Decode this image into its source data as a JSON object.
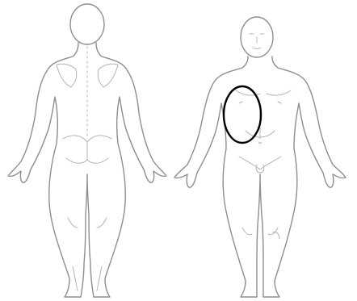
{
  "figure": {
    "views": [
      {
        "id": "posterior",
        "icon": "human-body-back-view"
      },
      {
        "id": "anterior",
        "icon": "human-body-front-view"
      }
    ],
    "marked_region": {
      "view": "anterior",
      "shape": "ellipse",
      "side": "patient-left-upper-abdomen"
    }
  },
  "colors": {
    "background": "#ffffff",
    "body_outline": "#8e8e8e",
    "detail_line": "#b4b4b4",
    "marker": "#000000"
  }
}
